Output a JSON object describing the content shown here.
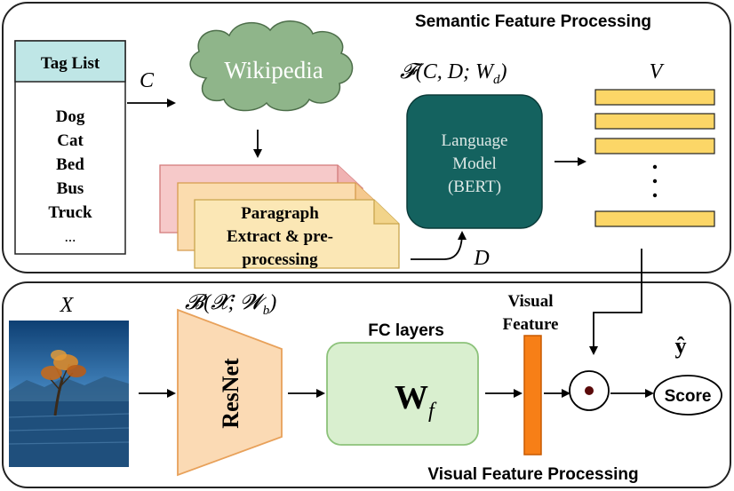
{
  "semantic": {
    "title": "Semantic Feature Processing",
    "tag_list": {
      "header": "Tag List",
      "items": [
        "Dog",
        "Cat",
        "Bed",
        "Bus",
        "Truck",
        "..."
      ]
    },
    "wikipedia": "Wikipedia",
    "input_c": "C",
    "paragraph_lines": [
      "Paragraph",
      "Extract & pre-",
      "processing"
    ],
    "function_label": "𝓕(C, D; W",
    "function_sub": "d",
    "function_close": ")",
    "language_model_lines": [
      "Language",
      "Model",
      "(BERT)"
    ],
    "input_d": "D",
    "output_v": "V",
    "dots": "⋮"
  },
  "visual": {
    "title": "Visual Feature Processing",
    "input_x": "X",
    "backbone_label": "𝓑(𝓧; 𝓦",
    "backbone_sub": "b",
    "backbone_close": ")",
    "resnet": "ResNet",
    "fc_title": "FC layers",
    "fc_weight": "W",
    "fc_sub": "f",
    "visual_feature_lines": [
      "Visual",
      "Feature"
    ],
    "y_hat": "ŷ",
    "odot": "⊙",
    "score": "Score"
  },
  "colors": {
    "tag_header_fill": "#bfe6e6",
    "cloud_fill": "#8fb58a",
    "paper_red": "#f6c9c9",
    "paper_orange": "#fbdcae",
    "paper_yellow": "#fbe7b5",
    "bert_fill": "#14625f",
    "vector_fill": "#fcd667",
    "resnet_fill": "#fbdab4",
    "fc_fill": "#d9efcf",
    "feature_fill": "#f77f17"
  }
}
